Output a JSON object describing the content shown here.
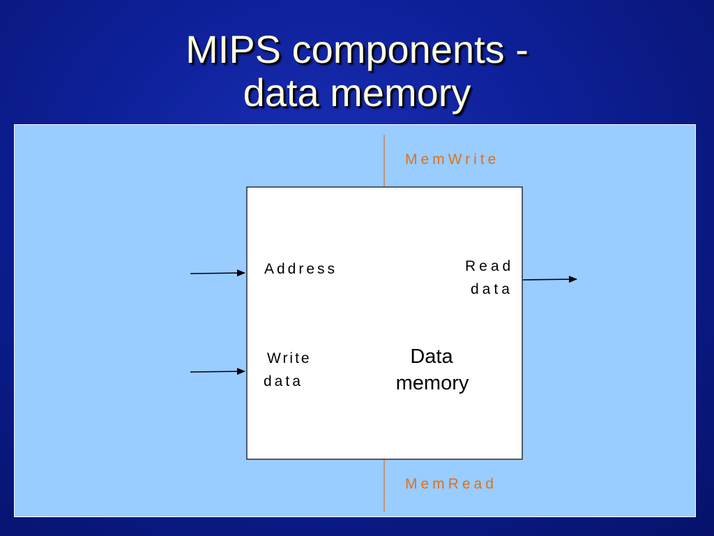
{
  "slide": {
    "title_line1": "MIPS components -",
    "title_line2": "data memory"
  },
  "diagram": {
    "block_label_line1": "Data",
    "block_label_line2": "memory",
    "inputs": {
      "address": "Address",
      "write_data_line1": "Write",
      "write_data_line2": "data"
    },
    "outputs": {
      "read_data_line1": "Read",
      "read_data_line2": "data"
    },
    "control_signals": {
      "mem_write": "MemWrite",
      "mem_read": "MemRead"
    },
    "colors": {
      "panel_background": "#99ccff",
      "control_signal": "#e0701a",
      "title_text": "#fffde0"
    }
  }
}
